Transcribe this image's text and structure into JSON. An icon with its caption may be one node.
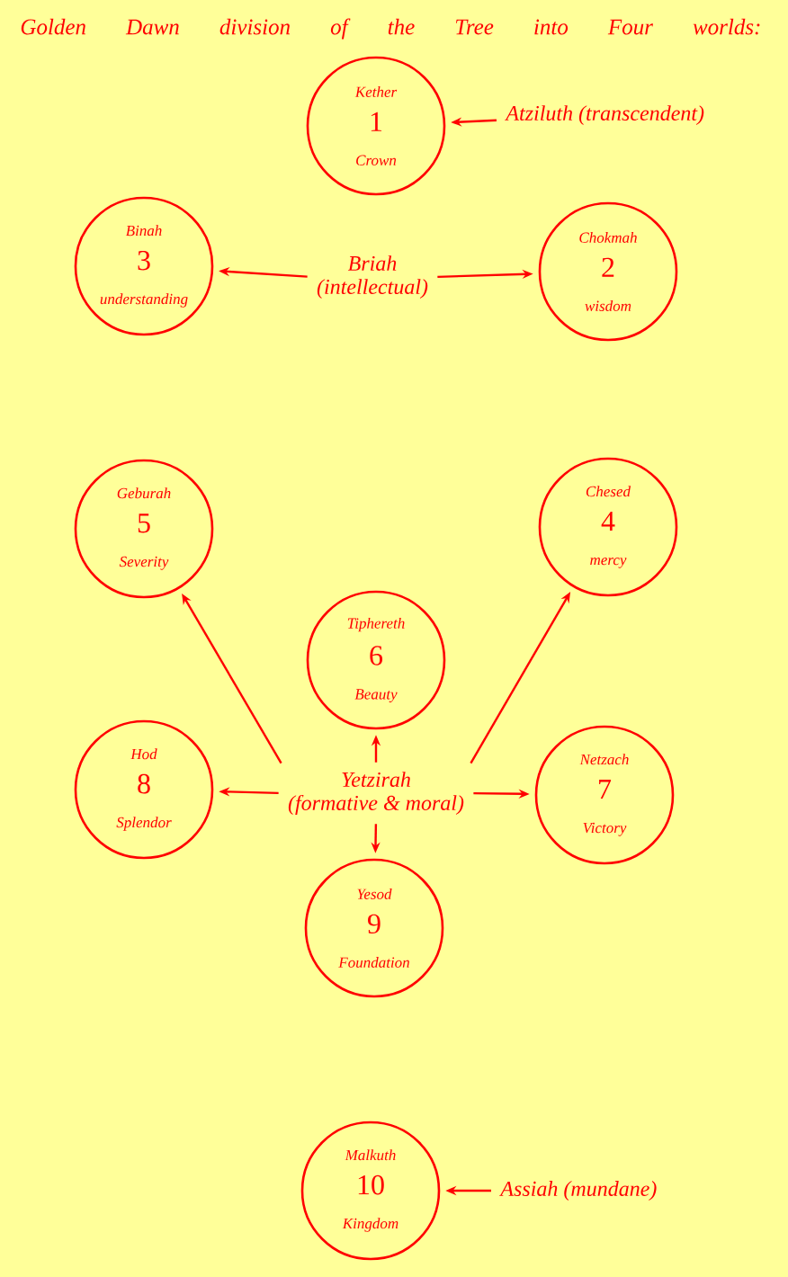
{
  "diagram": {
    "title": "Golden Dawn division of the Tree into Four worlds:",
    "nodes": [
      {
        "text": [
          "Kether",
          "1",
          "Crown"
        ]
      },
      {
        "text": [
          "Atziluth (transcendent)"
        ]
      },
      {
        "text": [
          "Binah",
          "3",
          "understanding"
        ]
      },
      {
        "text": [
          "Briah",
          "(intellectual)"
        ]
      },
      {
        "text": [
          "Chokmah",
          "2",
          "wisdom"
        ]
      },
      {
        "text": [
          "Geburah",
          "5",
          "Severity"
        ]
      },
      {
        "text": [
          "Chesed",
          "4",
          "mercy"
        ]
      },
      {
        "text": [
          "Tiphereth",
          "6",
          "Beauty"
        ]
      },
      {
        "text": [
          "Hod",
          "8",
          "Splendor"
        ]
      },
      {
        "text": [
          "Yetzirah",
          "(formative & moral)"
        ]
      },
      {
        "text": [
          "Netzach",
          "7",
          "Victory"
        ]
      },
      {
        "text": [
          "Yesod",
          "9",
          "Foundation"
        ]
      },
      {
        "text": [
          "Malkuth",
          "10",
          "Kingdom"
        ]
      },
      {
        "text": [
          "Assiah (mundane)"
        ]
      }
    ],
    "edges": [
      {
        "from": 1,
        "to": 0,
        "arrow": "to"
      },
      {
        "from": 3,
        "to": 2,
        "arrow": "to"
      },
      {
        "from": 3,
        "to": 4,
        "arrow": "to"
      },
      {
        "from": 9,
        "to": 7,
        "arrow": "to"
      },
      {
        "from": 9,
        "to": 5,
        "arrow": "to"
      },
      {
        "from": 9,
        "to": 6,
        "arrow": "to"
      },
      {
        "from": 9,
        "to": 8,
        "arrow": "to"
      },
      {
        "from": 9,
        "to": 10,
        "arrow": "to"
      },
      {
        "from": 9,
        "to": 11,
        "arrow": "to"
      },
      {
        "from": 13,
        "to": 12,
        "arrow": "to"
      }
    ]
  }
}
